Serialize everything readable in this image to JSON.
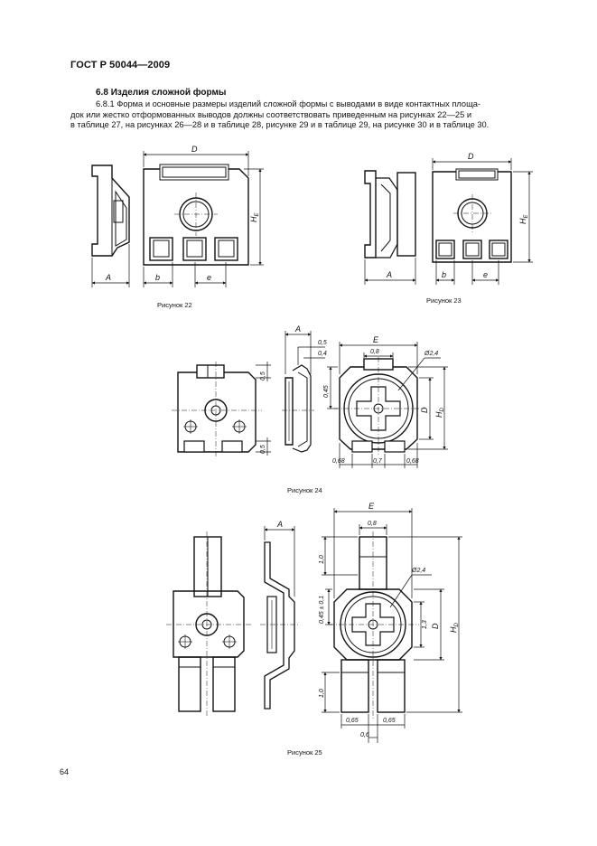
{
  "header": {
    "doc_id": "ГОСТ Р 50044—2009"
  },
  "section": {
    "number": "6.8",
    "title": "Изделия сложной формы",
    "paragraph_lines": [
      "6.8.1  Форма и основные размеры изделий сложной формы с выводами в виде контактных площа-",
      "док или жестко отформованных выводов должны соответствовать приведенным на рисунках 22—25 и",
      "в таблице 27, на рисунках 26—28 и в таблице 28, рисунке 29 и в таблице 29, на рисунке 30 и в таблице 30."
    ]
  },
  "figures": {
    "fig22": {
      "caption": "Рисунок 22",
      "labels": {
        "A": "A",
        "b": "b",
        "e": "e",
        "D": "D",
        "H": "H",
        "H_sub": "E"
      }
    },
    "fig23": {
      "caption": "Рисунок 23",
      "labels": {
        "A": "A",
        "b": "b",
        "e": "e",
        "D": "D",
        "H": "H",
        "H_sub": "E"
      }
    },
    "fig24": {
      "caption": "Рисунок 24",
      "labels": {
        "A": "A",
        "E": "E",
        "d05a": "0,5",
        "d04": "0,4",
        "d08": "0,8",
        "dia": "Ø2,4",
        "d05_left_top": "0,5",
        "d05_left_bot": "0,5",
        "d045": "0,45",
        "D": "D",
        "H": "H",
        "H_sub": "D",
        "d068_left": "0,68",
        "d07": "0,7",
        "d068_right": "0,68"
      }
    },
    "fig25": {
      "caption": "Рисунок 25",
      "labels": {
        "A": "A",
        "E": "E",
        "d08": "0,8",
        "d10_top": "1,0",
        "dia": "Ø2,4",
        "d045": "0,45 ± 0,1",
        "d13": "1,3",
        "D": "D",
        "H": "H",
        "H_sub": "D",
        "d10_bot": "1,0",
        "d065_left": "0,65",
        "d065_right": "0,65",
        "d06": "0,6"
      }
    }
  },
  "footer": {
    "page_number": "64"
  }
}
